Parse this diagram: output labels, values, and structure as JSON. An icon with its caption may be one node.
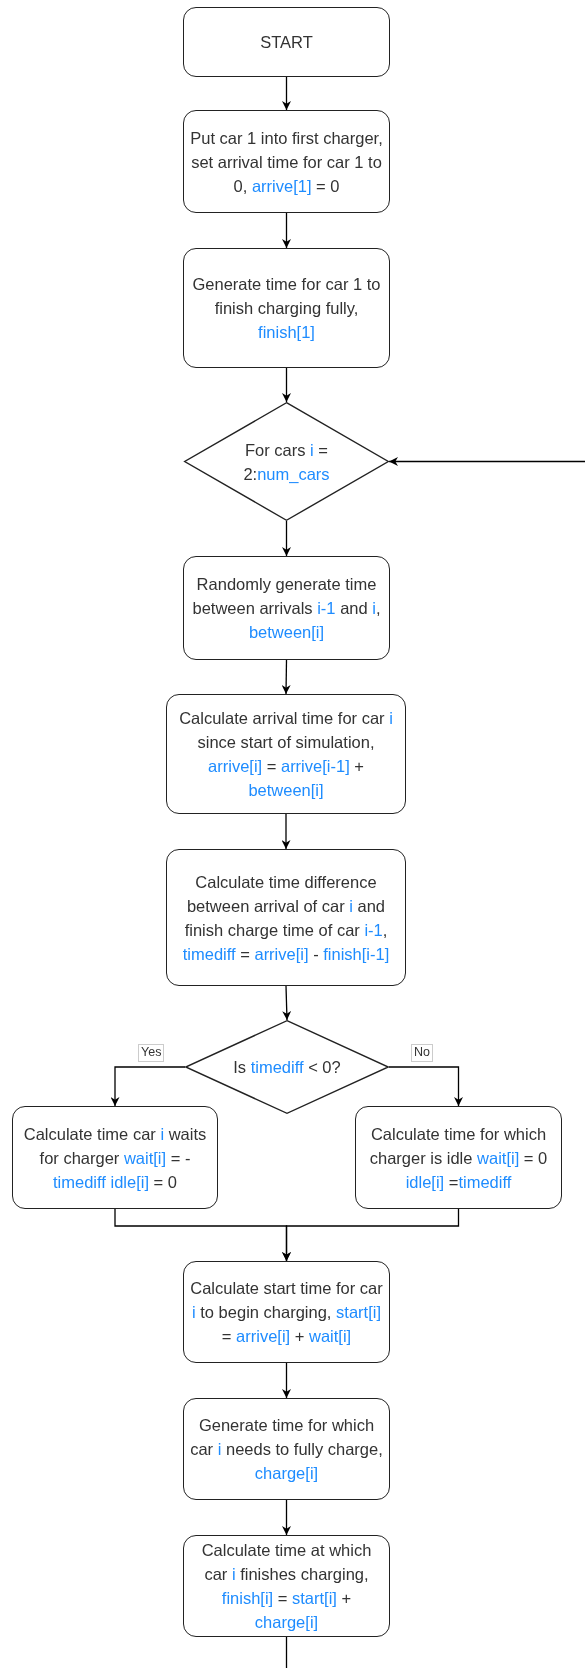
{
  "diagram": {
    "nodes": [
      {
        "text": [
          "START"
        ]
      },
      {
        "text": [
          "Put car 1 into first charger, set arrival time for car 1 to 0, *arrive[1]* = 0"
        ]
      },
      {
        "text": [
          "Generate time for car 1 to finish charging fully, *finish[1]*"
        ]
      },
      {
        "text": [
          "For cars *i* = 2:*num_cars*"
        ]
      },
      {
        "text": [
          "Randomly generate time between arrivals *i-1* and *i*, *between[i]*"
        ]
      },
      {
        "text": [
          "Calculate arrival time for car *i* since start of simulation, *arrive[i]* = *arrive[i-1]* + *between[i]*"
        ]
      },
      {
        "text": [
          "Calculate time difference between arrival of car *i* and finish charge time of  car *i-1*, *timediff* = *arrive[i]* - *finish[i-1]*"
        ]
      },
      {
        "text": [
          "Is *timediff* < 0?"
        ]
      },
      {
        "text": [
          "Calculate time car *i* waits for charger *wait[i]* = -*timediff* *idle[i]* = 0"
        ]
      },
      {
        "text": [
          "Calculate time for which charger is idle *wait[i]* = 0 *idle[i]* =*timediff*"
        ]
      },
      {
        "text": [
          "Calculate start time for car *i* to begin charging, *start[i]* = *arrive[i]* + *wait[i]*"
        ]
      },
      {
        "text": [
          "Generate time for which car *i* needs to fully charge, *charge[i]*"
        ]
      },
      {
        "text": [
          "Calculate time at which car *i* finishes charging, *finish[i]* = *start[i]* + *charge[i]*"
        ]
      }
    ],
    "edges": [
      {
        "from": 0,
        "to": 1,
        "arrow": "to"
      },
      {
        "from": 1,
        "to": 2,
        "arrow": "to"
      },
      {
        "from": 2,
        "to": 3,
        "arrow": "to"
      },
      {
        "from": 3,
        "to": 4,
        "arrow": "to"
      },
      {
        "from": 4,
        "to": 5,
        "arrow": "to"
      },
      {
        "from": 5,
        "to": 6,
        "arrow": "to"
      },
      {
        "from": 6,
        "to": 7,
        "arrow": "to"
      },
      {
        "from": 7,
        "to": 8,
        "arrow": "to",
        "label": "Yes"
      },
      {
        "from": 7,
        "to": 9,
        "arrow": "to",
        "label": "No"
      },
      {
        "from": 8,
        "to": 10,
        "arrow": "to"
      },
      {
        "from": 9,
        "to": 10,
        "arrow": "to"
      },
      {
        "from": 10,
        "to": 11,
        "arrow": "to"
      },
      {
        "from": 11,
        "to": 12,
        "arrow": "to"
      },
      {
        "from": 12,
        "to": null,
        "arrow": "none"
      },
      {
        "from": null,
        "to": 3,
        "arrow": "to"
      }
    ]
  }
}
